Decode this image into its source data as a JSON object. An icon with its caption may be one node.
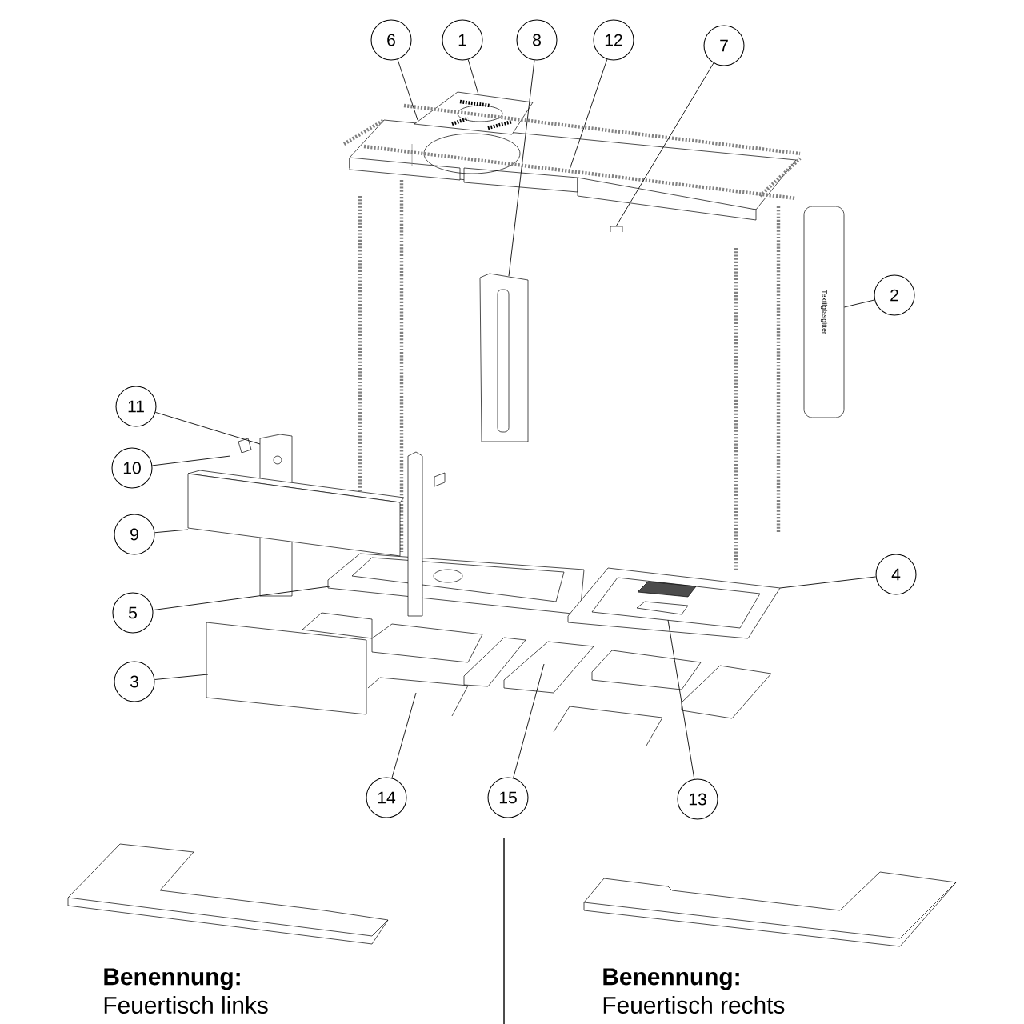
{
  "diagram": {
    "nodes": [
      {
        "text": [
          "6"
        ]
      },
      {
        "text": [
          "1"
        ]
      },
      {
        "text": [
          "8"
        ]
      },
      {
        "text": [
          "12"
        ]
      },
      {
        "text": [
          "7"
        ]
      },
      {
        "text": [
          "2"
        ]
      },
      {
        "text": [
          "11"
        ]
      },
      {
        "text": [
          "10"
        ]
      },
      {
        "text": [
          "9"
        ]
      },
      {
        "text": [
          "5"
        ]
      },
      {
        "text": [
          "4"
        ]
      },
      {
        "text": [
          "3"
        ]
      },
      {
        "text": [
          "14"
        ]
      },
      {
        "text": [
          "15"
        ]
      },
      {
        "text": [
          "13"
        ]
      },
      {
        "text": [
          "Textilglasgitter"
        ]
      }
    ],
    "edges": [
      {
        "from": 0,
        "to": null,
        "arrow": "none"
      },
      {
        "from": 1,
        "to": null,
        "arrow": "none"
      },
      {
        "from": 2,
        "to": null,
        "arrow": "none"
      },
      {
        "from": 3,
        "to": null,
        "arrow": "none"
      },
      {
        "from": 4,
        "to": null,
        "arrow": "none"
      },
      {
        "from": 5,
        "to": 15,
        "arrow": "none"
      },
      {
        "from": 6,
        "to": null,
        "arrow": "none"
      },
      {
        "from": 7,
        "to": null,
        "arrow": "none"
      },
      {
        "from": 8,
        "to": null,
        "arrow": "none"
      },
      {
        "from": 9,
        "to": null,
        "arrow": "none"
      },
      {
        "from": 10,
        "to": null,
        "arrow": "none"
      },
      {
        "from": 11,
        "to": null,
        "arrow": "none"
      },
      {
        "from": 12,
        "to": null,
        "arrow": "none"
      },
      {
        "from": 13,
        "to": null,
        "arrow": "none"
      },
      {
        "from": 14,
        "to": null,
        "arrow": "none"
      }
    ],
    "labels": [
      "Benennung:",
      "Feuertisch links",
      "Benennung:",
      "Feuertisch rechts"
    ]
  }
}
